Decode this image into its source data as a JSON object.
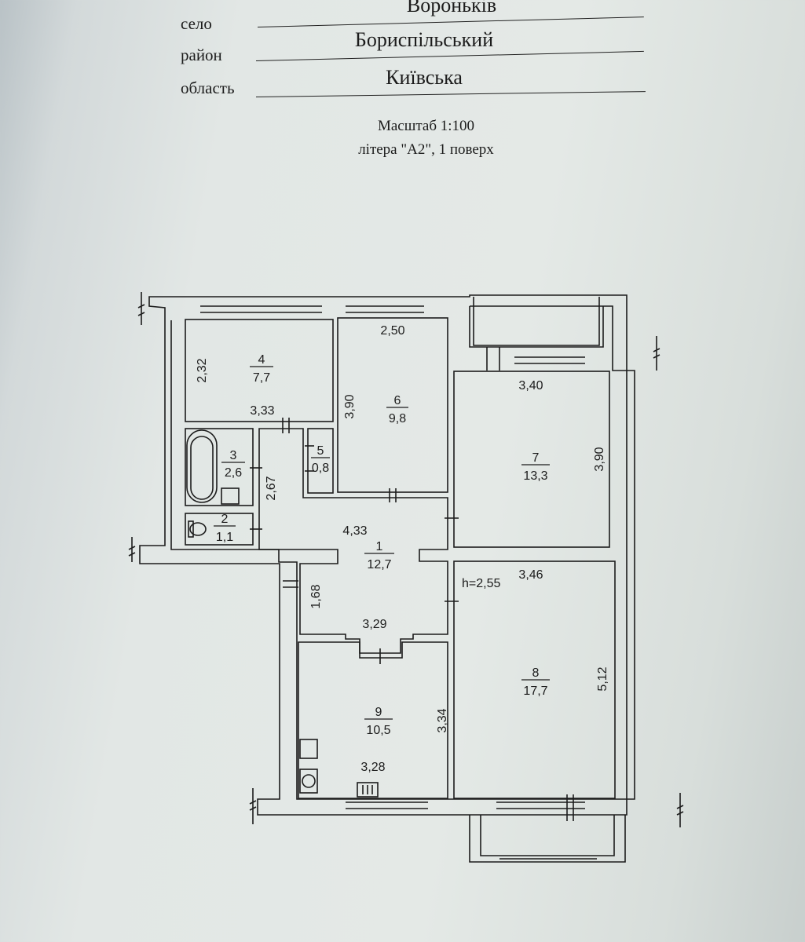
{
  "header": {
    "village_label": "село",
    "village_value": "Вороньків",
    "district_label": "район",
    "district_value": "Бориспільський",
    "region_label": "область",
    "region_value": "Київська",
    "scale": "Масштаб 1:100",
    "building_floor": "літера \"А2\", 1 поверх"
  },
  "plan": {
    "rooms": [
      {
        "number": "1",
        "area": "12,7"
      },
      {
        "number": "2",
        "area": "1,1"
      },
      {
        "number": "3",
        "area": "2,6"
      },
      {
        "number": "4",
        "area": "7,7"
      },
      {
        "number": "5",
        "area": "0,8"
      },
      {
        "number": "6",
        "area": "9,8"
      },
      {
        "number": "7",
        "area": "13,3"
      },
      {
        "number": "8",
        "area": "17,7"
      },
      {
        "number": "9",
        "area": "10,5"
      }
    ],
    "dimensions": {
      "room4_height": "2,32",
      "room4_width": "3,33",
      "room6_width": "2,50",
      "room6_height": "3,90",
      "room7_width": "3,40",
      "room7_height": "3,90",
      "bath_height": "2,67",
      "hall_width": "4,33",
      "corridor_length": "1,68",
      "corridor_width": "3,29",
      "ceiling_height": "h=2,55",
      "room8_width": "3,46",
      "room8_height": "5,12",
      "room9_height": "3,34",
      "room9_width": "3,28"
    }
  }
}
